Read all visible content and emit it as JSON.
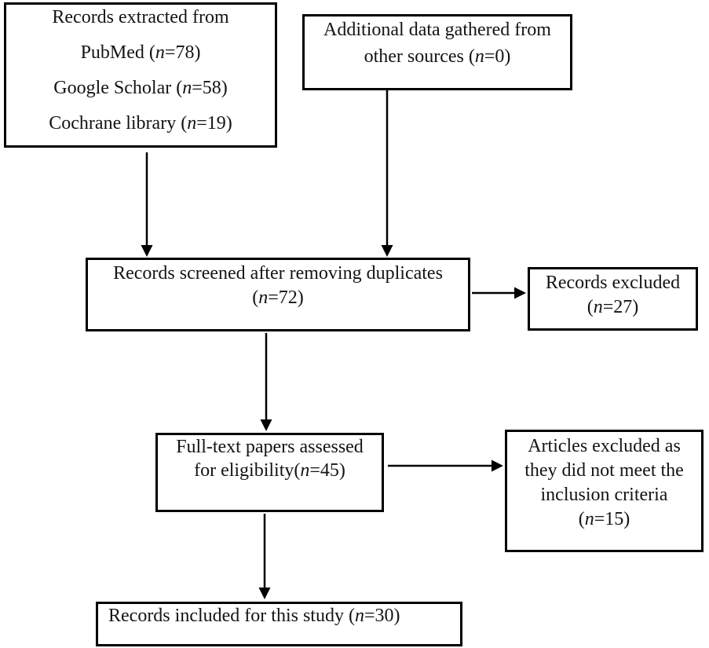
{
  "figure": {
    "type": "study-selection-flow-diagram",
    "colors": {
      "background": "#ffffff",
      "box_border": "#000000",
      "text": "#141414",
      "arrow": "#000000"
    },
    "boxes": {
      "sources": {
        "lines": [
          {
            "pre": "Records extracted from",
            "n": "",
            "post": ""
          },
          {
            "pre": "PubMed (",
            "n": "n",
            "post": "=78)"
          },
          {
            "pre": "Google Scholar (",
            "n": "n",
            "post": "=58)"
          },
          {
            "pre": "Cochrane library (",
            "n": "n",
            "post": "=19)"
          }
        ]
      },
      "additional": {
        "lines": [
          {
            "pre": "Additional data gathered from",
            "n": "",
            "post": ""
          },
          {
            "pre": "other sources (",
            "n": "n",
            "post": "=0)"
          }
        ]
      },
      "screened": {
        "lines": [
          {
            "pre": "Records screened after removing duplicates",
            "n": "",
            "post": ""
          },
          {
            "pre": "(",
            "n": "n",
            "post": "=72)"
          }
        ]
      },
      "records_excluded": {
        "lines": [
          {
            "pre": "Records excluded",
            "n": "",
            "post": ""
          },
          {
            "pre": "(",
            "n": "n",
            "post": "=27)"
          }
        ]
      },
      "fulltext": {
        "lines": [
          {
            "pre": "Full-text papers assessed",
            "n": "",
            "post": ""
          },
          {
            "pre": "for eligibility(",
            "n": "n",
            "post": "=45)"
          }
        ]
      },
      "articles_excluded": {
        "lines": [
          {
            "pre": "Articles excluded as",
            "n": "",
            "post": ""
          },
          {
            "pre": "they did not meet the",
            "n": "",
            "post": ""
          },
          {
            "pre": "inclusion criteria",
            "n": "",
            "post": ""
          },
          {
            "pre": "(",
            "n": "n",
            "post": "=15)"
          }
        ]
      },
      "included": {
        "lines": [
          {
            "pre": "Records included for this study (",
            "n": "n",
            "post": "=30)"
          }
        ]
      }
    }
  }
}
